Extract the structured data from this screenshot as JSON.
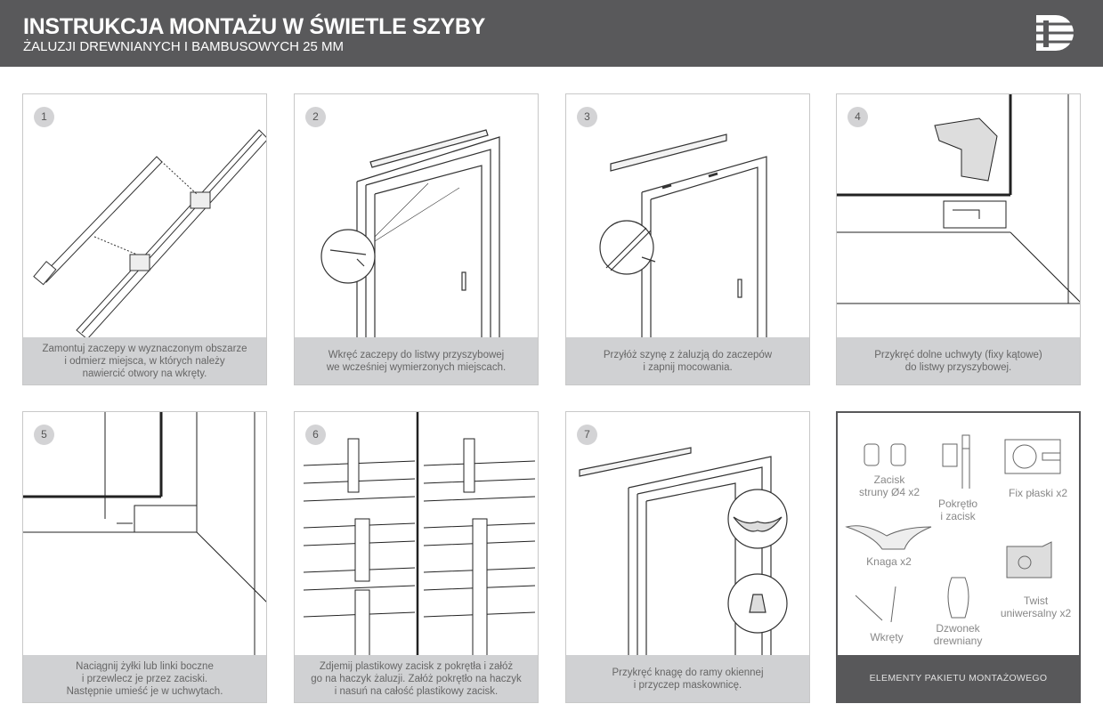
{
  "header": {
    "title": "INSTRUKCJA MONTAŻU W ŚWIETLE SZYBY",
    "subtitle": "ŻALUZJI DREWNIANYCH I BAMBUSOWYCH 25 MM"
  },
  "colors": {
    "header_bg": "#59595b",
    "caption_bg": "#d0d1d3",
    "badge_bg": "#d3d3d5"
  },
  "steps": [
    {
      "number": "1",
      "caption": "Zamontuj zaczepy w wyznaczonym obszarze\ni odmierz miejsca, w których należy\nnawiercić otwory na wkręty."
    },
    {
      "number": "2",
      "caption": "Wkręć zaczepy do listwy przyszybowej\nwe wcześniej wymierzonych miejscach."
    },
    {
      "number": "3",
      "caption": "Przyłóż szynę z żaluzją do zaczepów\ni zapnij mocowania."
    },
    {
      "number": "4",
      "caption": "Przykręć dolne uchwyty (fixy kątowe)\ndo listwy przyszybowej."
    },
    {
      "number": "5",
      "caption": "Naciągnij żyłki lub linki boczne\ni przewlecz je przez zaciski.\nNastępnie umieść je w uchwytach."
    },
    {
      "number": "6",
      "caption": "Zdjemij plastikowy zacisk z pokrętła i załóż\ngo na haczyk żaluzji. Załóż pokrętło na haczyk\ni nasuń na całość plastikowy zacisk."
    },
    {
      "number": "7",
      "caption": "Przykręć knagę do ramy okiennej\ni przyczep maskownicę."
    }
  ],
  "kit": {
    "title": "ELEMENTY PAKIETU MONTAŻOWEGO",
    "items": [
      {
        "label": "Zacisk\nstruny Ø4 x2"
      },
      {
        "label": "Pokrętło\ni zacisk"
      },
      {
        "label": "Fix płaski x2"
      },
      {
        "label": "Knaga x2"
      },
      {
        "label": "Twist\nuniwersalny x2"
      },
      {
        "label": "Wkręty"
      },
      {
        "label": "Dzwonek\ndrewniany"
      }
    ]
  }
}
